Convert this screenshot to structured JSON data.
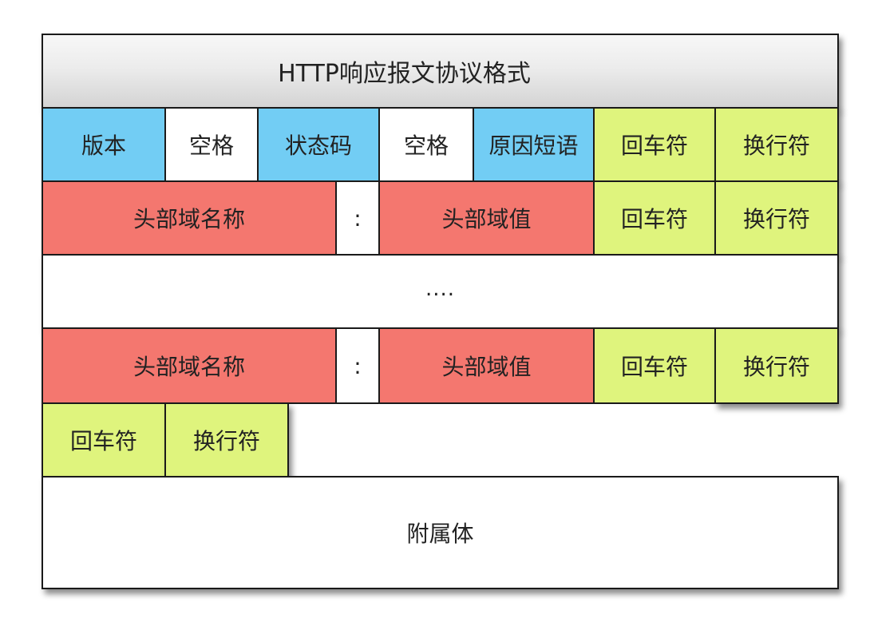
{
  "title": "HTTP响应报文协议格式",
  "status_line": {
    "version": "版本",
    "space1": "空格",
    "status_code": "状态码",
    "space2": "空格",
    "reason_phrase": "原因短语",
    "cr": "回车符",
    "lf": "换行符"
  },
  "header_lines": [
    {
      "name": "头部域名称",
      "colon": ":",
      "value": "头部域值",
      "cr": "回车符",
      "lf": "换行符"
    },
    {
      "name": "头部域名称",
      "colon": ":",
      "value": "头部域值",
      "cr": "回车符",
      "lf": "换行符"
    }
  ],
  "ellipsis": "....",
  "blank_line": {
    "cr": "回车符",
    "lf": "换行符"
  },
  "body": "附属体",
  "colors": {
    "blue": "#72cdf4",
    "red": "#f4776f",
    "green": "#dff47d",
    "white": "#ffffff",
    "title_gray": "#e4e4e4",
    "border": "#1a1a1a"
  }
}
